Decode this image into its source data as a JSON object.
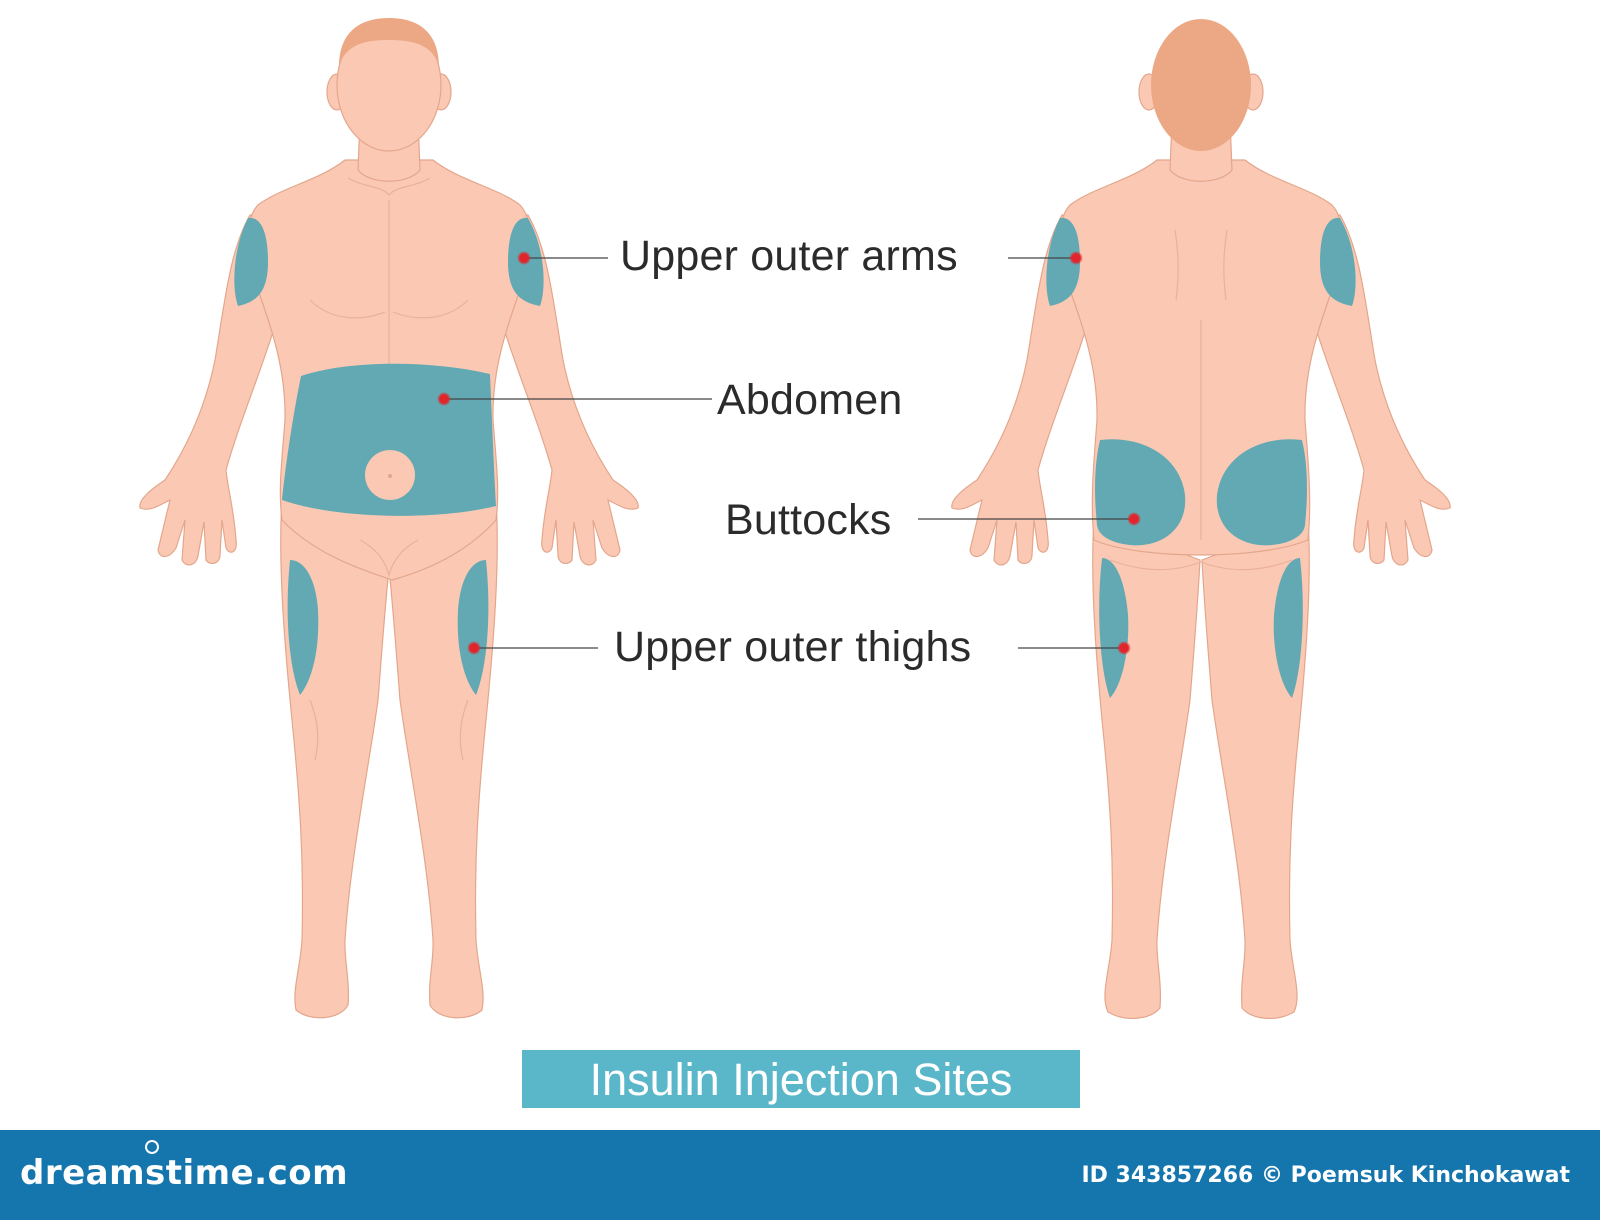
{
  "diagram": {
    "title": "Insulin Injection Sites",
    "views": [
      "front",
      "back"
    ],
    "labels": {
      "upper_outer_arms": "Upper outer arms",
      "abdomen": "Abdomen",
      "buttocks": "Buttocks",
      "upper_outer_thighs": "Upper outer thighs"
    },
    "colors": {
      "skin": "#fbc9b3",
      "skin_outline": "#e3a68c",
      "hair": "#eca885",
      "injection_zone": "#62a9b3",
      "injection_point": "#e0262c",
      "leader_line": "#444444",
      "title_bg": "#5ab6c9",
      "footer_bg": "#1576ae"
    }
  },
  "footer": {
    "brand": "dreamstime.com",
    "credit": "ID 343857266 © Poemsuk Kinchokawat"
  }
}
